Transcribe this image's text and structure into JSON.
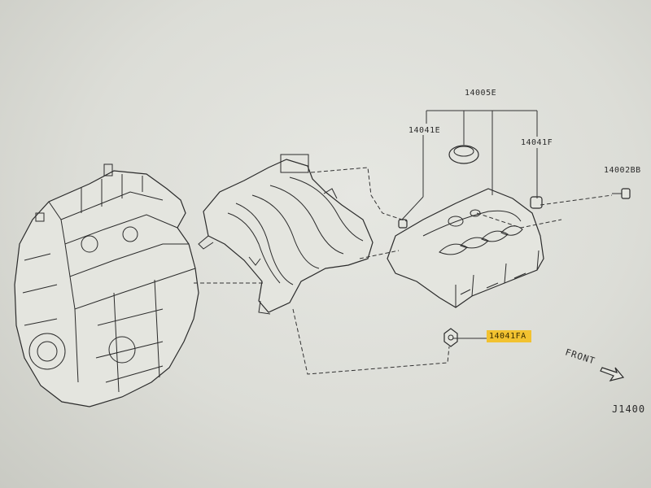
{
  "labels": {
    "assembly": "14005E",
    "left_part": "14041E",
    "right_part": "14041F",
    "bolt": "14002BB",
    "highlighted_part": "14041FA",
    "direction": "FRONT",
    "diagram_ref": "J1400"
  },
  "colors": {
    "highlight": "#f2c230",
    "line": "#333333",
    "background": "#dcddd7"
  }
}
